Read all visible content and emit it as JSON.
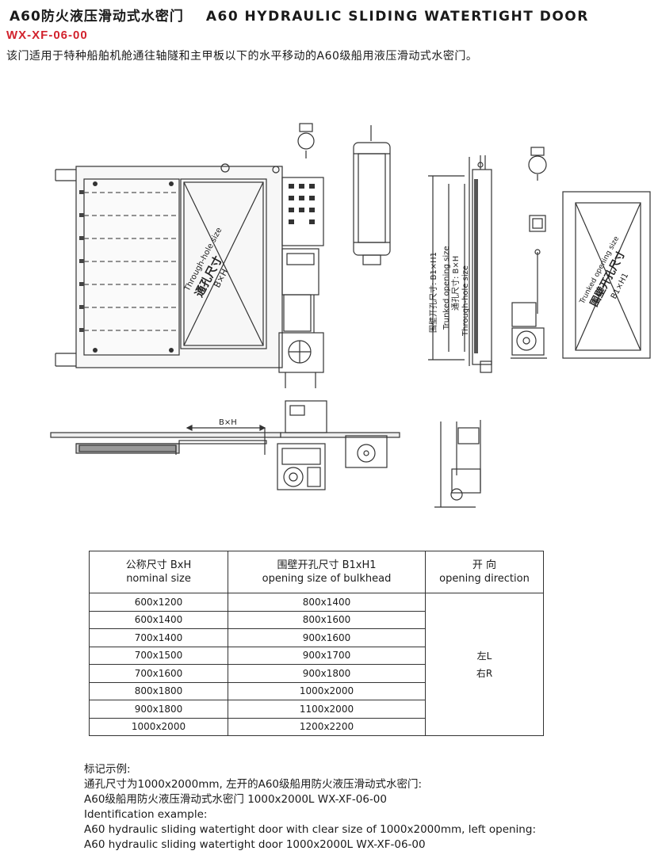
{
  "header": {
    "title_cn": "A60防火液压滑动式水密门",
    "title_en": "A60 HYDRAULIC SLIDING WATERTIGHT DOOR",
    "model_code": "WX-XF-06-00",
    "description": "该门适用于特种船舶机舱通往轴隧和主甲板以下的水平移动的A60级船用液压滑动式水密门。"
  },
  "drawing_labels": {
    "through_hole_en": "Through-hole size",
    "through_hole_cn": "通孔尺寸",
    "bxh": "B×H",
    "bxh_plan": "B×H",
    "side_cn": "围壁开孔尺寸: B1×H1",
    "side_en1": "Trunked opening size",
    "side_en2": "Through-hole size",
    "side_bxh": "通孔尺寸: B×H",
    "right_en1": "Trunked opening size",
    "right_cn": "围壁开孔尺寸",
    "right_b1h1": "B1×H1"
  },
  "table": {
    "headers": [
      {
        "cn": "公称尺寸  BxH",
        "en": "nominal size"
      },
      {
        "cn": "围壁开孔尺寸 B1xH1",
        "en": "opening size of bulkhead"
      },
      {
        "cn": "开  向",
        "en": "opening direction"
      }
    ],
    "rows": [
      [
        "600x1200",
        "800x1400"
      ],
      [
        "600x1400",
        "800x1600"
      ],
      [
        "700x1400",
        "900x1600"
      ],
      [
        "700x1500",
        "900x1700"
      ],
      [
        "700x1600",
        "900x1800"
      ],
      [
        "800x1800",
        "1000x2000"
      ],
      [
        "900x1800",
        "1100x2000"
      ],
      [
        "1000x2000",
        "1200x2200"
      ]
    ],
    "direction_left": "左L",
    "direction_right": "右R"
  },
  "notes": [
    "标记示例:",
    "通孔尺寸为1000x2000mm, 左开的A60级船用防火液压滑动式水密门:",
    "A60级船用防火液压滑动式水密门  1000x2000L  WX-XF-06-00",
    "Identification example:",
    "A60 hydraulic sliding watertight door with clear size of 1000x2000mm, left opening:",
    "A60 hydraulic sliding watertight door 1000x2000L  WX-XF-06-00"
  ]
}
